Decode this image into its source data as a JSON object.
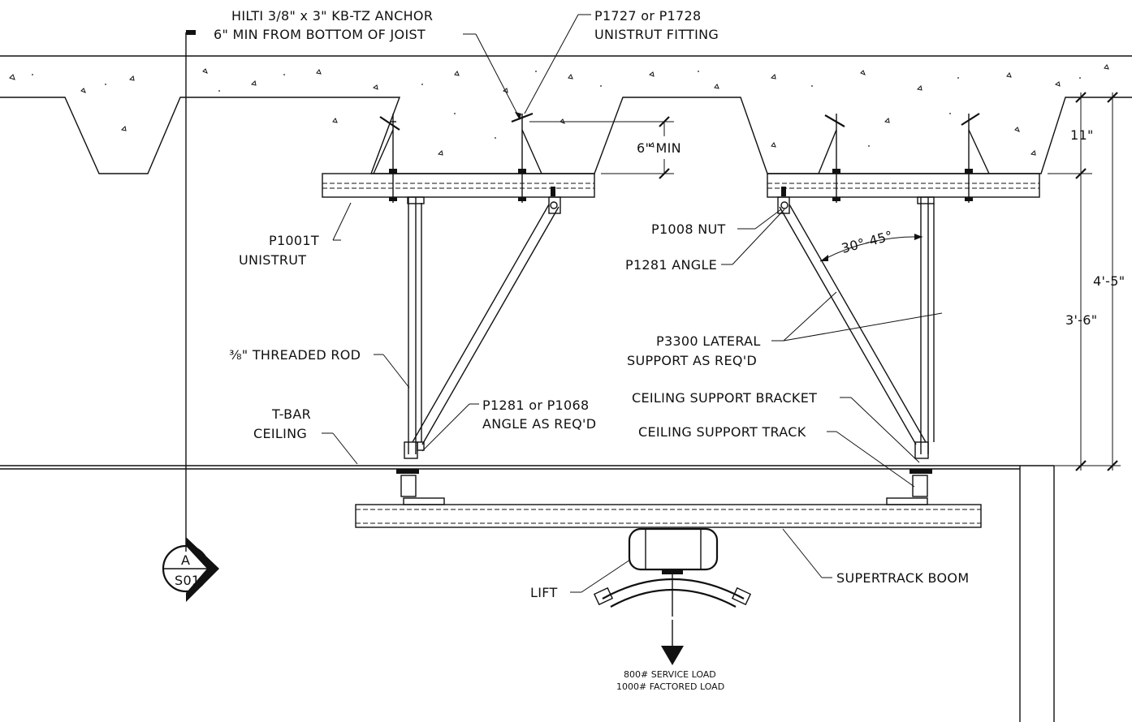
{
  "labels": {
    "hilti_line1": "HILTI 3/8\" x 3\" KB-TZ ANCHOR",
    "hilti_line2": "6\" MIN FROM BOTTOM OF JOIST",
    "unistrut_fitting_line1": "P1727 or P1728",
    "unistrut_fitting_line2": "UNISTRUT FITTING",
    "six_min": "6\" MIN",
    "eleven": "11\"",
    "four_five": "4'-5\"",
    "three_six": "3'-6\"",
    "p1001t_line1": "P1001T",
    "p1001t_line2": "UNISTRUT",
    "p1008": "P1008 NUT",
    "p1281_angle": "P1281 ANGLE",
    "angle_range": "30°-45°",
    "threaded_rod": "⅜\" THREADED ROD",
    "p3300_line1": "P3300 LATERAL",
    "p3300_line2": "SUPPORT AS REQ'D",
    "tbar_line1": "T-BAR",
    "tbar_line2": "CEILING",
    "p1281_1068_line1": "P1281 or P1068",
    "p1281_1068_line2": "ANGLE AS REQ'D",
    "ceiling_bracket": "CEILING SUPPORT BRACKET",
    "ceiling_track": "CEILING SUPPORT TRACK",
    "supertrack": "SUPERTRACK BOOM",
    "lift": "LIFT",
    "service_load": "800# SERVICE LOAD",
    "factored_load": "1000# FACTORED LOAD",
    "section_letter": "A",
    "section_sheet": "S01"
  }
}
